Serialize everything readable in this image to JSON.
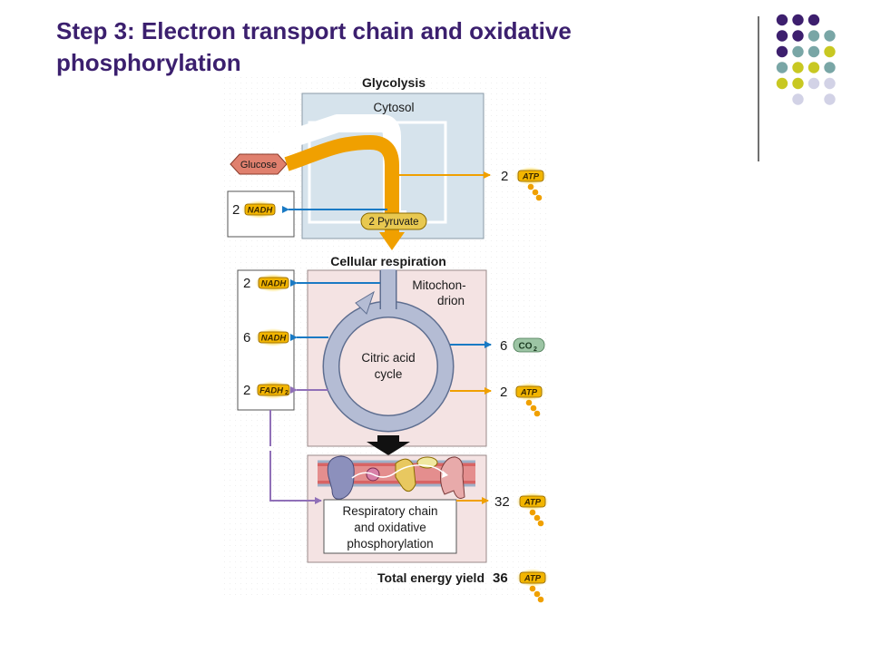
{
  "slide": {
    "title": "Step 3: Electron transport chain and oxidative phosphorylation"
  },
  "diagram": {
    "glycolysis_heading": "Glycolysis",
    "cytosol_label": "Cytosol",
    "glucose_label": "Glucose",
    "pyruvate_label": "2 Pyruvate",
    "glycolysis_nadh_count": "2",
    "glycolysis_nadh_label": "NADH",
    "glycolysis_atp_count": "2",
    "glycolysis_atp_label": "ATP",
    "respiration_heading": "Cellular respiration",
    "mito_label_line1": "Mitochon-",
    "mito_label_line2": "drion",
    "cycle_label_line1": "Citric acid",
    "cycle_label_line2": "cycle",
    "cycle_nadh_a_count": "2",
    "cycle_nadh_a_label": "NADH",
    "cycle_nadh_b_count": "6",
    "cycle_nadh_b_label": "NADH",
    "cycle_fadh2_count": "2",
    "cycle_fadh2_label": "FADH",
    "cycle_fadh2_sub": "2",
    "cycle_co2_count": "6",
    "cycle_co2_label": "CO",
    "cycle_co2_sub": "2",
    "cycle_atp_count": "2",
    "cycle_atp_label": "ATP",
    "chain_line1": "Respiratory chain",
    "chain_line2": "and oxidative",
    "chain_line3": "phosphorylation",
    "chain_atp_count": "32",
    "chain_atp_label": "ATP",
    "total_label": "Total energy yield",
    "total_count": "36",
    "total_atp_label": "ATP"
  },
  "colors": {
    "title": "#3b1f6e",
    "glycolysis_flow": "#f0a000",
    "nadh_arrow": "#1a7ac4",
    "fadh2_arrow": "#9070b8",
    "cytosol_fill": "#d6e3ec",
    "mito_fill": "#f4e3e3",
    "cycle_fill": "#b4bcd4",
    "glucose_fill": "#e0806e",
    "dot_purple": "#3d1f6e",
    "dot_teal": "#79a6a6",
    "dot_olive": "#c8c822",
    "dot_lavender": "#d2d2e6"
  }
}
